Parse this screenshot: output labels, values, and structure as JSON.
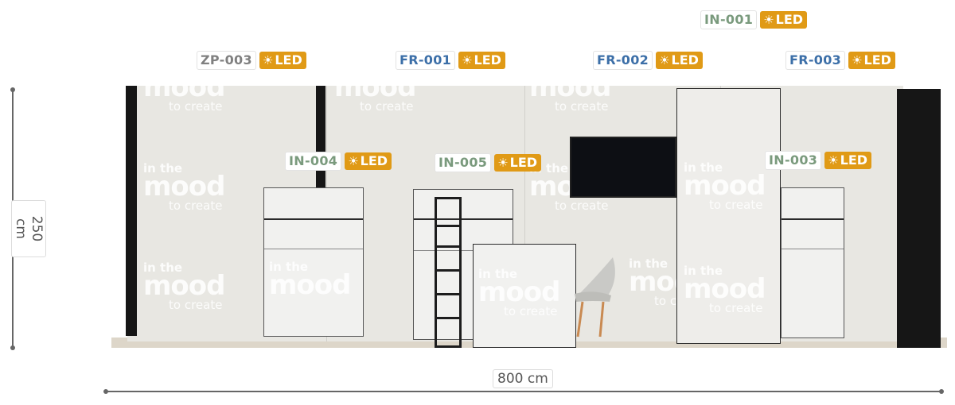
{
  "dimensions": {
    "height_label": "250 cm",
    "width_label": "800 cm"
  },
  "tags": [
    {
      "code": "IN-001",
      "code_color": "#7a9a7d",
      "led": "LED"
    },
    {
      "code": "ZP-003",
      "code_color": "#808080",
      "led": "LED"
    },
    {
      "code": "FR-001",
      "code_color": "#3c6fa8",
      "led": "LED"
    },
    {
      "code": "FR-002",
      "code_color": "#3c6fa8",
      "led": "LED"
    },
    {
      "code": "FR-003",
      "code_color": "#3c6fa8",
      "led": "LED"
    },
    {
      "code": "IN-004",
      "code_color": "#7a9a7d",
      "led": "LED"
    },
    {
      "code": "IN-005",
      "code_color": "#7a9a7d",
      "led": "LED"
    },
    {
      "code": "IN-003",
      "code_color": "#7a9a7d",
      "led": "LED"
    }
  ],
  "led_icon": "sun-icon",
  "colors": {
    "led_badge": "#e09a16",
    "dimension_line": "#666666",
    "wall": "#e8e7e2",
    "floor": "#ddd6c9"
  },
  "watermark": {
    "line1": "in the",
    "line2": "mood",
    "line3": "to create"
  }
}
